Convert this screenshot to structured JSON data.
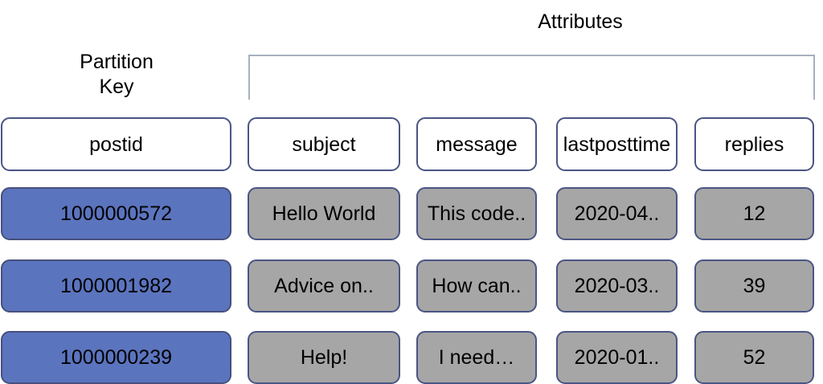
{
  "diagram": {
    "captions": {
      "attributes": "Attributes",
      "partition_key": "Partition\nKey"
    },
    "colors": {
      "partition_key_fill": "#5b74be",
      "attribute_fill": "#a6a6a6",
      "header_fill": "#ffffff",
      "cell_border": "#46507d",
      "bracket_line": "#a7b0bf",
      "background": "#ffffff",
      "text": "#000000"
    },
    "columns": [
      {
        "key": "postid",
        "label": "postid",
        "role": "partition-key"
      },
      {
        "key": "subject",
        "label": "subject",
        "role": "attribute"
      },
      {
        "key": "message",
        "label": "message",
        "role": "attribute"
      },
      {
        "key": "lastposttime",
        "label": "lastposttime",
        "role": "attribute"
      },
      {
        "key": "replies",
        "label": "replies",
        "role": "attribute"
      }
    ],
    "rows": [
      {
        "postid": "1000000572",
        "subject": "Hello World",
        "message": "This code..",
        "lastposttime": "2020-04..",
        "replies": "12"
      },
      {
        "postid": "1000001982",
        "subject": "Advice on..",
        "message": "How can..",
        "lastposttime": "2020-03..",
        "replies": "39"
      },
      {
        "postid": "1000000239",
        "subject": "Help!",
        "message": "I need…",
        "lastposttime": "2020-01..",
        "replies": "52"
      }
    ]
  }
}
